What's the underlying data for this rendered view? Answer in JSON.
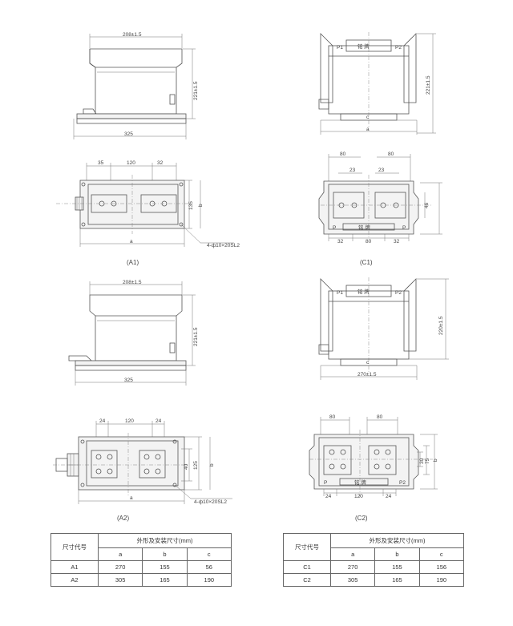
{
  "figures": {
    "a1": {
      "caption": "(A1)",
      "front": {
        "width_top": "208±1.5",
        "height": "221±1.5",
        "base": "325"
      },
      "plan": {
        "top_dims": [
          "35",
          "120",
          "32"
        ],
        "side_dim": "135",
        "side_var": "b",
        "bottom_var": "a",
        "holes": "4-ф10×20SL2"
      }
    },
    "c1": {
      "caption": "(C1)",
      "front": {
        "p1": "P1",
        "p2": "P2",
        "plate": "铭  牌",
        "height": "221±1.5",
        "bottom_var": "c",
        "base_var": "a"
      },
      "plan": {
        "top_dims": [
          "80",
          "80"
        ],
        "inner_dims": [
          "23",
          "23"
        ],
        "side_dim": "46",
        "bottom_dims": [
          "32",
          "80",
          "32"
        ],
        "p_left": "P",
        "p_right": "P",
        "plate": "铭  牌",
        "side_var": "b"
      }
    },
    "a2": {
      "caption": "(A2)",
      "front": {
        "width_top": "208±1.5",
        "height": "221±1.5",
        "base": "325"
      },
      "plan": {
        "top_dims": [
          "24",
          "120",
          "24"
        ],
        "side_dims": [
          "40",
          "125"
        ],
        "side_var": "b",
        "bottom_var": "a",
        "holes": "4-ф10×20SL2"
      }
    },
    "c2": {
      "caption": "(C2)",
      "front": {
        "p1": "P1",
        "p2": "P2",
        "plate": "铭  牌",
        "height": "220±1.5",
        "bottom_var": "c",
        "base": "270±1.5"
      },
      "plan": {
        "top_dims": [
          "80",
          "80"
        ],
        "side_dims": [
          "30",
          "75"
        ],
        "side_var": "b",
        "bottom_dims": [
          "24",
          "120",
          "24"
        ],
        "p_left": "P",
        "p_right": "P2",
        "plate": "铭  牌"
      }
    }
  },
  "table_a": {
    "code_header": "尺寸代号",
    "group_header": "外形及安装尺寸(mm)",
    "cols": [
      "a",
      "b",
      "c"
    ],
    "rows": [
      {
        "code": "A1",
        "a": "270",
        "b": "155",
        "c": "56"
      },
      {
        "code": "A2",
        "a": "305",
        "b": "165",
        "c": "190"
      }
    ]
  },
  "table_c": {
    "code_header": "尺寸代号",
    "group_header": "外形及安装尺寸(mm)",
    "cols": [
      "a",
      "b",
      "c"
    ],
    "rows": [
      {
        "code": "C1",
        "a": "270",
        "b": "155",
        "c": "156"
      },
      {
        "code": "C2",
        "a": "305",
        "b": "165",
        "c": "190"
      }
    ]
  }
}
